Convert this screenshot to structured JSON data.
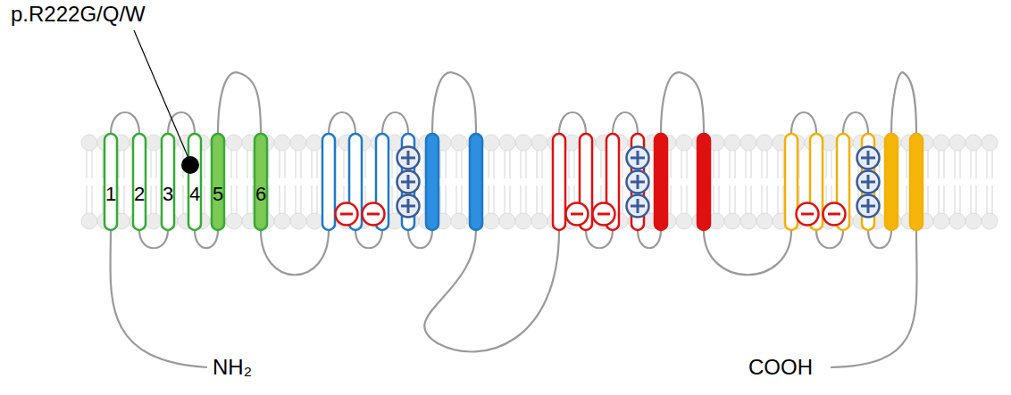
{
  "diagram": {
    "labels": [
      "p.R222G/Q/W",
      "1",
      "2",
      "3",
      "4",
      "5",
      "6",
      "NH₂",
      "COOH"
    ]
  }
}
